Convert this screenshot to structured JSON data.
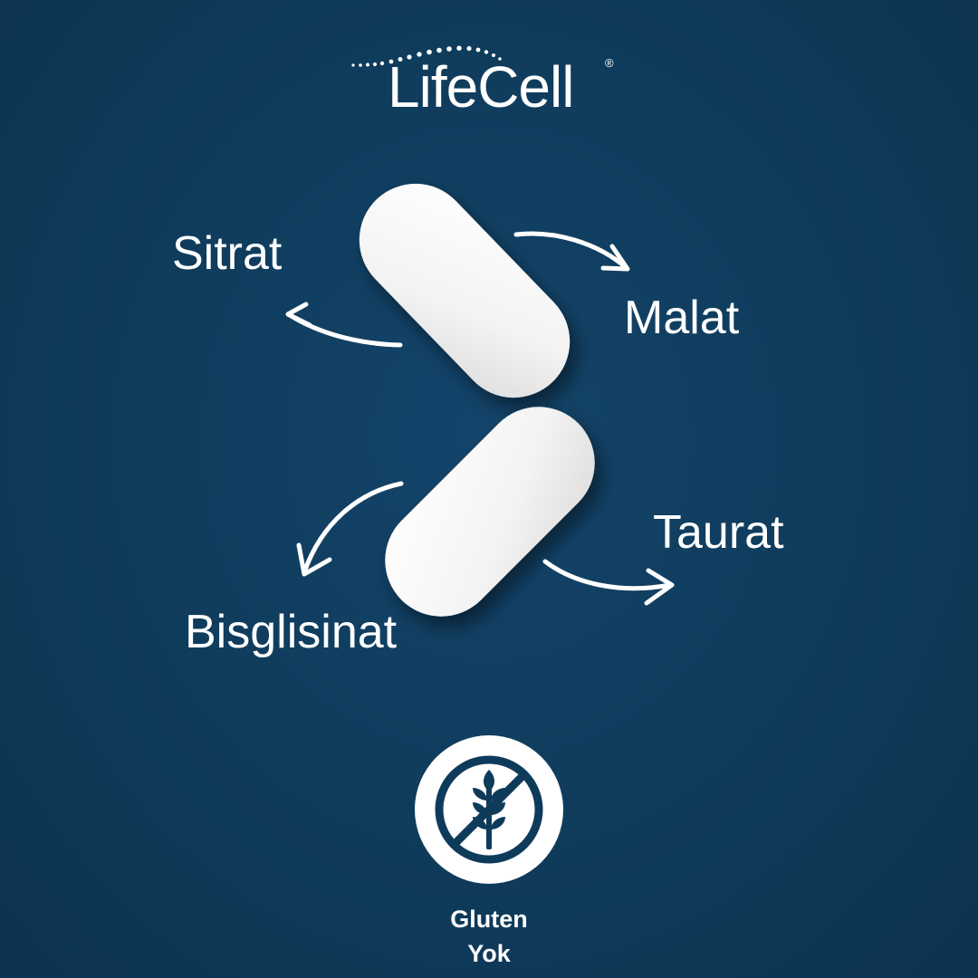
{
  "brand": {
    "name": "LifeCell",
    "registered_mark": "®",
    "logo_icon": "dotted-arc-icon"
  },
  "forms": {
    "sitrat": "Sitrat",
    "malat": "Malat",
    "taurat": "Taurat",
    "bisglisinat": "Bisglisinat"
  },
  "badge": {
    "icon": "no-gluten-wheat-icon",
    "line1": "Gluten",
    "line2": "Yok"
  },
  "colors": {
    "background": "#0f3b5b",
    "foreground": "#ffffff",
    "tablet": "#f4f4f4"
  }
}
